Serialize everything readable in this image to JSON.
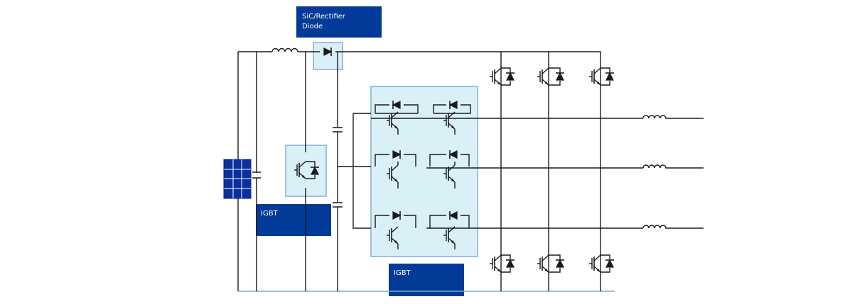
{
  "labels": {
    "sic_rectifier_line1": "SiC/Rectifier",
    "sic_rectifier_line2": "Diode",
    "igbt_left": "IGBT",
    "igbt_bottom": "IGBT"
  },
  "colors": {
    "label_box": "#023a97",
    "highlight_fill": "#d9f0f7",
    "highlight_border": "#6a9bd1",
    "solar_panel": "#0b2f9e",
    "wire": "#1a1a1a",
    "ground_wire": "#7fa8c8"
  },
  "icons": [
    "solar-panel-icon",
    "inductor-icon",
    "diode-icon",
    "capacitor-icon",
    "igbt-icon"
  ]
}
